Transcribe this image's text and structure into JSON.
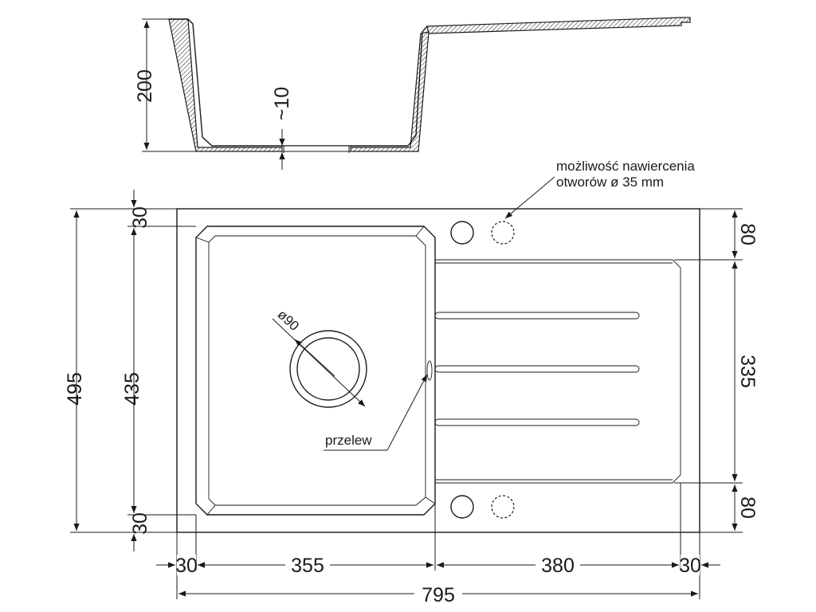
{
  "dimensions": {
    "height_profile": "200",
    "thickness": "~10",
    "total_depth": "495",
    "bowl_depth": "435",
    "rim_top": "30",
    "rim_bottom": "30",
    "hole_zone_top": "80",
    "hole_zone_bottom": "80",
    "drainer_depth": "335",
    "rim_left": "30",
    "bowl_width": "355",
    "drainer_width": "380",
    "rim_right": "30",
    "total_width": "795",
    "drain_diameter": "ø90"
  },
  "annotations": {
    "drill_line1": "możliwość nawiercenia",
    "drill_line2": "otworów ø 35 mm",
    "overflow": "przelew"
  }
}
